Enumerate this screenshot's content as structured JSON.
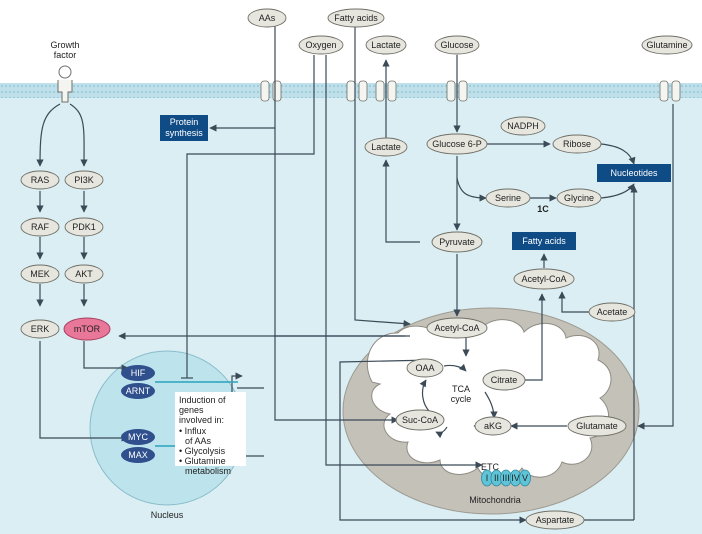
{
  "extracellular": {
    "growth_factor": "Growth factor",
    "aas": "AAs",
    "fatty_acids": "Fatty acids",
    "oxygen": "Oxygen",
    "lactate": "Lactate",
    "glucose": "Glucose",
    "glutamine": "Glutamine"
  },
  "signaling": {
    "ras": "RAS",
    "raf": "RAF",
    "mek": "MEK",
    "erk": "ERK",
    "pi3k": "PI3K",
    "pdk1": "PDK1",
    "akt": "AKT",
    "mtor": "mTOR"
  },
  "outputs": {
    "protein_synthesis": "Protein synthesis",
    "nucleotides": "Nucleotides",
    "fatty_acids": "Fatty acids"
  },
  "metabolites": {
    "lactate": "Lactate",
    "glucose6p": "Glucose 6-P",
    "nadph": "NADPH",
    "ribose": "Ribose",
    "serine": "Serine",
    "glycine": "Glycine",
    "one_c": "1C",
    "pyruvate": "Pyruvate",
    "acetyl_coa_cyto": "Acetyl-CoA",
    "acetate": "Acetate",
    "acetyl_coa_mito": "Acetyl-CoA",
    "citrate": "Citrate",
    "oaa": "OAA",
    "tca": "TCA cycle",
    "suc_coa": "Suc-CoA",
    "akg": "aKG",
    "glutamate": "Glutamate",
    "aspartate": "Aspartate"
  },
  "mitochondria": {
    "label": "Mitochondria",
    "etc": "ETC",
    "complexes": [
      "I",
      "II",
      "III",
      "IV",
      "V"
    ]
  },
  "nucleus": {
    "label": "Nucleus",
    "hif": "HIF",
    "arnt": "ARNT",
    "myc": "MYC",
    "max": "MAX",
    "induction_title": "Induction of genes involved in:",
    "induction_items": [
      "Influx of AAs",
      "Glycolysis",
      "Glutamine metabolism"
    ]
  },
  "colors": {
    "membrane": "#bfe0ea",
    "cytoplasm": "#daeef3",
    "mitochondrion": "#c4c1b8",
    "nucleus": "#bde3ec",
    "output_box": "#0f4c86",
    "mtor": "#e9779a",
    "transcription_factor": "#2f4f8d",
    "etc_complex": "#5fc4d8"
  }
}
